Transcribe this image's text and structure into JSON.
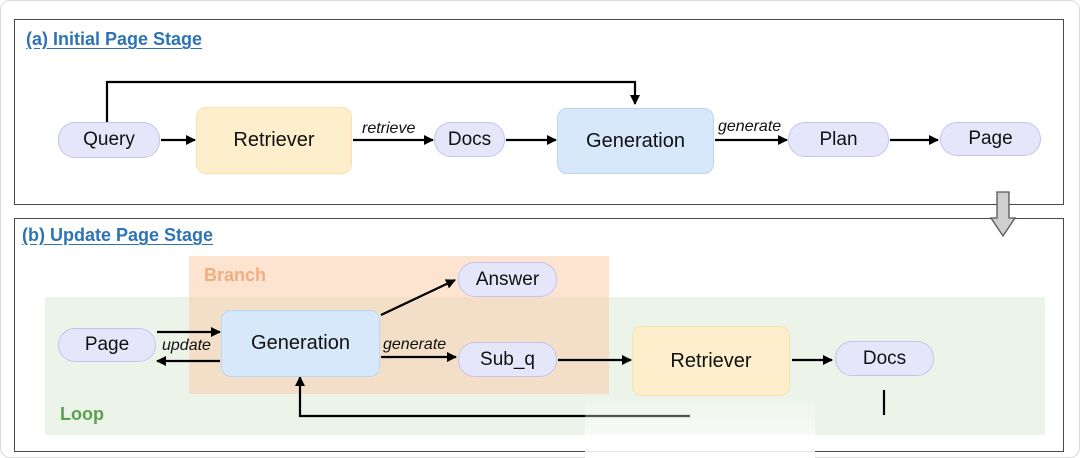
{
  "stage_a": {
    "title": "(a) Initial Page Stage",
    "nodes": {
      "query": "Query",
      "retriever": "Retriever",
      "docs": "Docs",
      "generation": "Generation",
      "plan": "Plan",
      "page": "Page"
    },
    "edge_labels": {
      "retrieve": "retrieve",
      "generate": "generate"
    }
  },
  "stage_b": {
    "title": "(b) Update Page Stage",
    "regions": {
      "branch": "Branch",
      "loop": "Loop"
    },
    "nodes": {
      "page": "Page",
      "generation": "Generation",
      "answer": "Answer",
      "sub_q": "Sub_q",
      "retriever": "Retriever",
      "docs": "Docs"
    },
    "edge_labels": {
      "update": "update",
      "generate": "generate"
    }
  },
  "colors": {
    "title_blue": "#2e74b5",
    "pill_fill": "#e6e6fb",
    "retriever_fill": "#fdefcc",
    "generation_fill": "#d7e8fb",
    "branch_fill": "#facdaa",
    "loop_fill": "#e2eede",
    "branch_text": "#f0ad80",
    "loop_text": "#59a14f"
  }
}
